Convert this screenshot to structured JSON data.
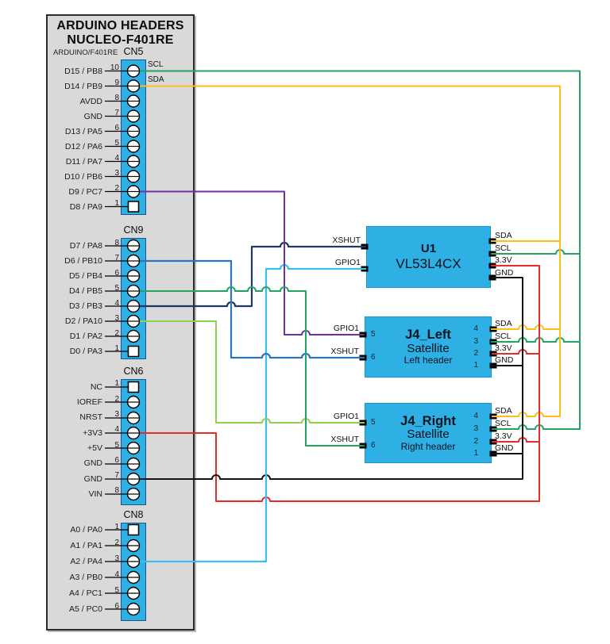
{
  "panel": {
    "title_line1": "ARDUINO HEADERS",
    "title_line2": "NUCLEO-F401RE",
    "subtitle": "ARDUINO/F401RE"
  },
  "connectors": [
    {
      "name": "CN5",
      "pins": [
        {
          "num": "10",
          "label": "D15 / PB8",
          "signal": "SCL"
        },
        {
          "num": "9",
          "label": "D14 / PB9",
          "signal": "SDA"
        },
        {
          "num": "8",
          "label": "AVDD"
        },
        {
          "num": "7",
          "label": "GND"
        },
        {
          "num": "6",
          "label": "D13 / PA5"
        },
        {
          "num": "5",
          "label": "D12 / PA6"
        },
        {
          "num": "4",
          "label": "D11 / PA7"
        },
        {
          "num": "3",
          "label": "D10 / PB6"
        },
        {
          "num": "2",
          "label": "D9 / PC7"
        },
        {
          "num": "1",
          "label": "D8 / PA9"
        }
      ]
    },
    {
      "name": "CN9",
      "pins": [
        {
          "num": "8",
          "label": "D7 / PA8"
        },
        {
          "num": "7",
          "label": "D6 / PB10"
        },
        {
          "num": "6",
          "label": "D5 / PB4"
        },
        {
          "num": "5",
          "label": "D4 / PB5"
        },
        {
          "num": "4",
          "label": "D3 / PB3"
        },
        {
          "num": "3",
          "label": "D2 / PA10"
        },
        {
          "num": "2",
          "label": "D1 / PA2"
        },
        {
          "num": "1",
          "label": "D0 / PA3"
        }
      ]
    },
    {
      "name": "CN6",
      "pins": [
        {
          "num": "1",
          "label": "NC"
        },
        {
          "num": "2",
          "label": "IOREF"
        },
        {
          "num": "3",
          "label": "NRST"
        },
        {
          "num": "4",
          "label": "+3V3"
        },
        {
          "num": "5",
          "label": "+5V"
        },
        {
          "num": "6",
          "label": "GND"
        },
        {
          "num": "7",
          "label": "GND"
        },
        {
          "num": "8",
          "label": "VIN"
        }
      ]
    },
    {
      "name": "CN8",
      "pins": [
        {
          "num": "1",
          "label": "A0 / PA0"
        },
        {
          "num": "2",
          "label": "A1 / PA1"
        },
        {
          "num": "3",
          "label": "A2 / PA4"
        },
        {
          "num": "4",
          "label": "A3 / PB0"
        },
        {
          "num": "5",
          "label": "A4 / PC1"
        },
        {
          "num": "6",
          "label": "A5 / PC0"
        }
      ]
    }
  ],
  "modules": [
    {
      "ref": "U1",
      "part": "VL53L4CX",
      "left_pins": [
        {
          "label": "XSHUT"
        },
        {
          "label": "GPIO1"
        }
      ],
      "right_pins": [
        {
          "label": "SDA"
        },
        {
          "label": "SCL"
        },
        {
          "label": "3.3V"
        },
        {
          "label": "GND"
        }
      ]
    },
    {
      "ref": "J4_Left",
      "sub1": "Satellite",
      "sub2": "Left header",
      "left_pins": [
        {
          "num": "5",
          "label": "GPIO1"
        },
        {
          "num": "6",
          "label": "XSHUT"
        }
      ],
      "right_pins": [
        {
          "num": "4",
          "label": "SDA"
        },
        {
          "num": "3",
          "label": "SCL"
        },
        {
          "num": "2",
          "label": "3.3V"
        },
        {
          "num": "1",
          "label": "GND"
        }
      ]
    },
    {
      "ref": "J4_Right",
      "sub1": "Satellite",
      "sub2": "Right header",
      "left_pins": [
        {
          "num": "5",
          "label": "GPIO1"
        },
        {
          "num": "6",
          "label": "XSHUT"
        }
      ],
      "right_pins": [
        {
          "num": "4",
          "label": "SDA"
        },
        {
          "num": "3",
          "label": "SCL"
        },
        {
          "num": "2",
          "label": "3.3V"
        },
        {
          "num": "1",
          "label": "GND"
        }
      ]
    }
  ],
  "colors": {
    "panel-fill": "#d9d9d9",
    "block-fill": "#2fb0e4",
    "wire-scl": "#1fa463",
    "wire-sda": "#fcbf12",
    "wire-3v3": "#e62b2a",
    "wire-gnd": "#151515",
    "wire-xshut-u1": "#1f3864",
    "wire-gpio1-u1": "#3bbdee",
    "wire-gpio1-left": "#7030a0",
    "wire-xshut-left": "#2e75b6",
    "wire-gpio1-right": "#92d050",
    "wire-xshut-right": "#1fa463"
  }
}
